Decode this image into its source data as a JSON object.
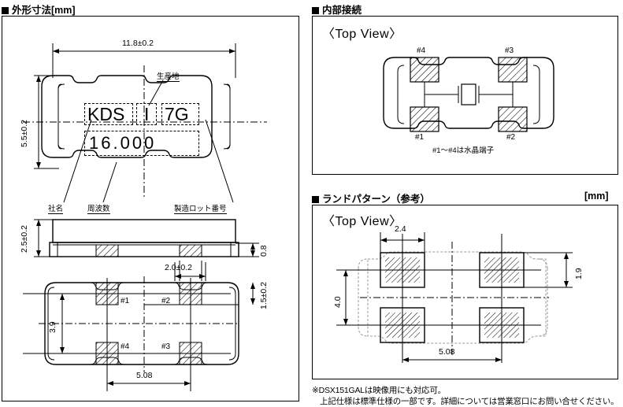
{
  "sections": {
    "outline": {
      "title": "外形寸法[mm]"
    },
    "internal": {
      "title": "内部接続",
      "view_label": "〈Top View〉",
      "terminal_note": "#1〜#4は水晶端子"
    },
    "land": {
      "title": "ランドパターン（参考）",
      "unit": "[mm]",
      "view_label": "〈Top View〉"
    }
  },
  "outline_drawing": {
    "dims": {
      "width": "11.8±0.2",
      "height": "5.5±0.2",
      "thickness": "2.5±0.2",
      "pad_thickness": "0.8",
      "pad_width": "2.0±0.2",
      "pad_height": "1.5±0.2",
      "pad_span_y": "3.9",
      "pad_pitch": "5.08"
    },
    "marking": {
      "company": "KDS",
      "origin": "I",
      "lot": "7G",
      "frequency": "16.000"
    },
    "callouts": {
      "origin": "生産地",
      "company": "社名",
      "frequency": "周波数",
      "lot": "製造ロット番号"
    },
    "pins": [
      "#1",
      "#2",
      "#3",
      "#4"
    ]
  },
  "internal_drawing": {
    "pins": {
      "p1": "#1",
      "p2": "#2",
      "p3": "#3",
      "p4": "#4"
    }
  },
  "land_drawing": {
    "dims": {
      "pad_width": "2.4",
      "pad_height": "1.9",
      "span_y": "4.0",
      "pitch": "5.08"
    }
  },
  "footnotes": [
    "※DSX151GALは映像用にも対応可。",
    "上記仕様は標準仕様の一部です。詳細については営業窓口にお問い合せください。"
  ]
}
